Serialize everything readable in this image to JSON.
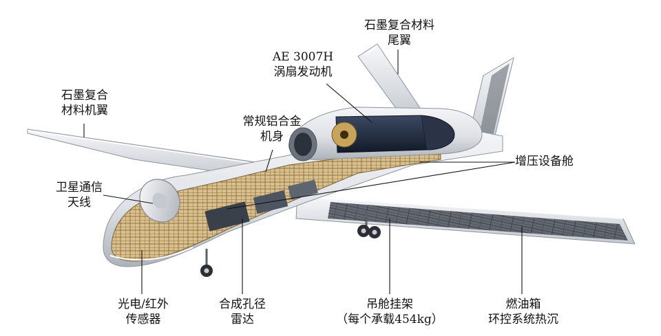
{
  "labels": {
    "tail": {
      "line1": "石墨复合材料",
      "line2": "尾翼"
    },
    "engine": {
      "line1": "AE 3007H",
      "line2": "涡扇发动机"
    },
    "wing": {
      "line1": "石墨复合",
      "line2": "材料机翼"
    },
    "fuselage": {
      "line1": "常规铝合金",
      "line2": "机身"
    },
    "pressurized_bay": {
      "line1": "增压设备舱"
    },
    "satcom": {
      "line1": "卫星通信",
      "line2": "天线"
    },
    "eo_ir": {
      "line1": "光电/红外",
      "line2": "传感器"
    },
    "sar": {
      "line1": "合成孔径",
      "line2": "雷达"
    },
    "pylon": {
      "line1": "吊舱挂架",
      "line2": "（每个承载454kg）"
    },
    "fuel_tank": {
      "line1": "燃油箱",
      "line2": "环控系统热沉"
    }
  },
  "colors": {
    "body": "#e6e8ec",
    "body_shade": "#b9bec6",
    "structure": "#c9a86a",
    "engine": "#1f2a3c",
    "wing_fuel_panel": "#4a4f56",
    "leader_line": "#111111"
  }
}
